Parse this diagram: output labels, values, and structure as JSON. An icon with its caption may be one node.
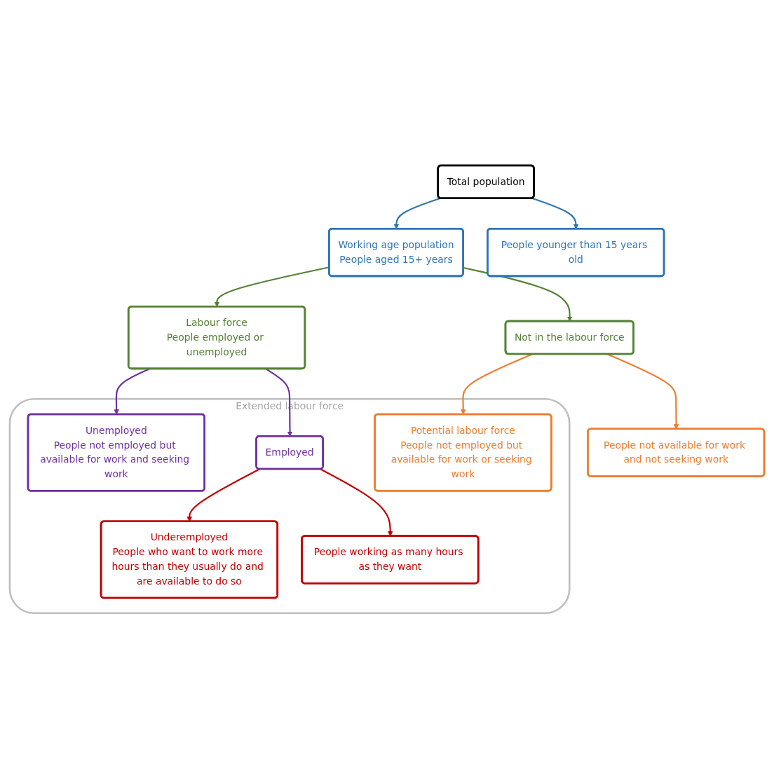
{
  "diagram": {
    "nodes": [
      {
        "text": [
          "Total population"
        ]
      },
      {
        "text": [
          "Working age population",
          "People aged 15+ years"
        ]
      },
      {
        "text": [
          "People younger than 15 years old"
        ]
      },
      {
        "text": [
          "Labour force",
          "People employed or unemployed"
        ]
      },
      {
        "text": [
          "Not in the labour force"
        ]
      },
      {
        "text": [
          "Extended labour force"
        ]
      },
      {
        "text": [
          "Unemployed",
          "People not employed but available for work and seeking work"
        ],
        "in": 5
      },
      {
        "text": [
          "People not available for work and not seeking work"
        ]
      },
      {
        "text": [
          "Potential labour force",
          "People not employed but available for work or seeking work"
        ],
        "in": 5
      },
      {
        "text": [
          "Employed"
        ],
        "in": 5
      },
      {
        "text": [
          "Underemployed",
          "People who want to work more hours than they usually do and are available to do so"
        ],
        "in": 5
      },
      {
        "text": [
          "People working as many hours as they want"
        ],
        "in": 5
      }
    ],
    "edges": [
      {
        "from": 0,
        "to": 1,
        "arrow": "to",
        "color": "#2e75b6"
      },
      {
        "from": 0,
        "to": 2,
        "arrow": "to",
        "color": "#2e75b6"
      },
      {
        "from": 1,
        "to": 3,
        "arrow": "to",
        "color": "#548235"
      },
      {
        "from": 1,
        "to": 4,
        "arrow": "to",
        "color": "#548235"
      },
      {
        "from": 3,
        "to": 6,
        "arrow": "to",
        "color": "#7030a0"
      },
      {
        "from": 3,
        "to": 9,
        "arrow": "to",
        "color": "#7030a0"
      },
      {
        "from": 4,
        "to": 7,
        "arrow": "to",
        "color": "#ed7d31"
      },
      {
        "from": 4,
        "to": 8,
        "arrow": "to",
        "color": "#ed7d31"
      },
      {
        "from": 9,
        "to": 10,
        "arrow": "to",
        "color": "#c00000"
      },
      {
        "from": 9,
        "to": 11,
        "arrow": "to",
        "color": "#c00000"
      }
    ]
  }
}
